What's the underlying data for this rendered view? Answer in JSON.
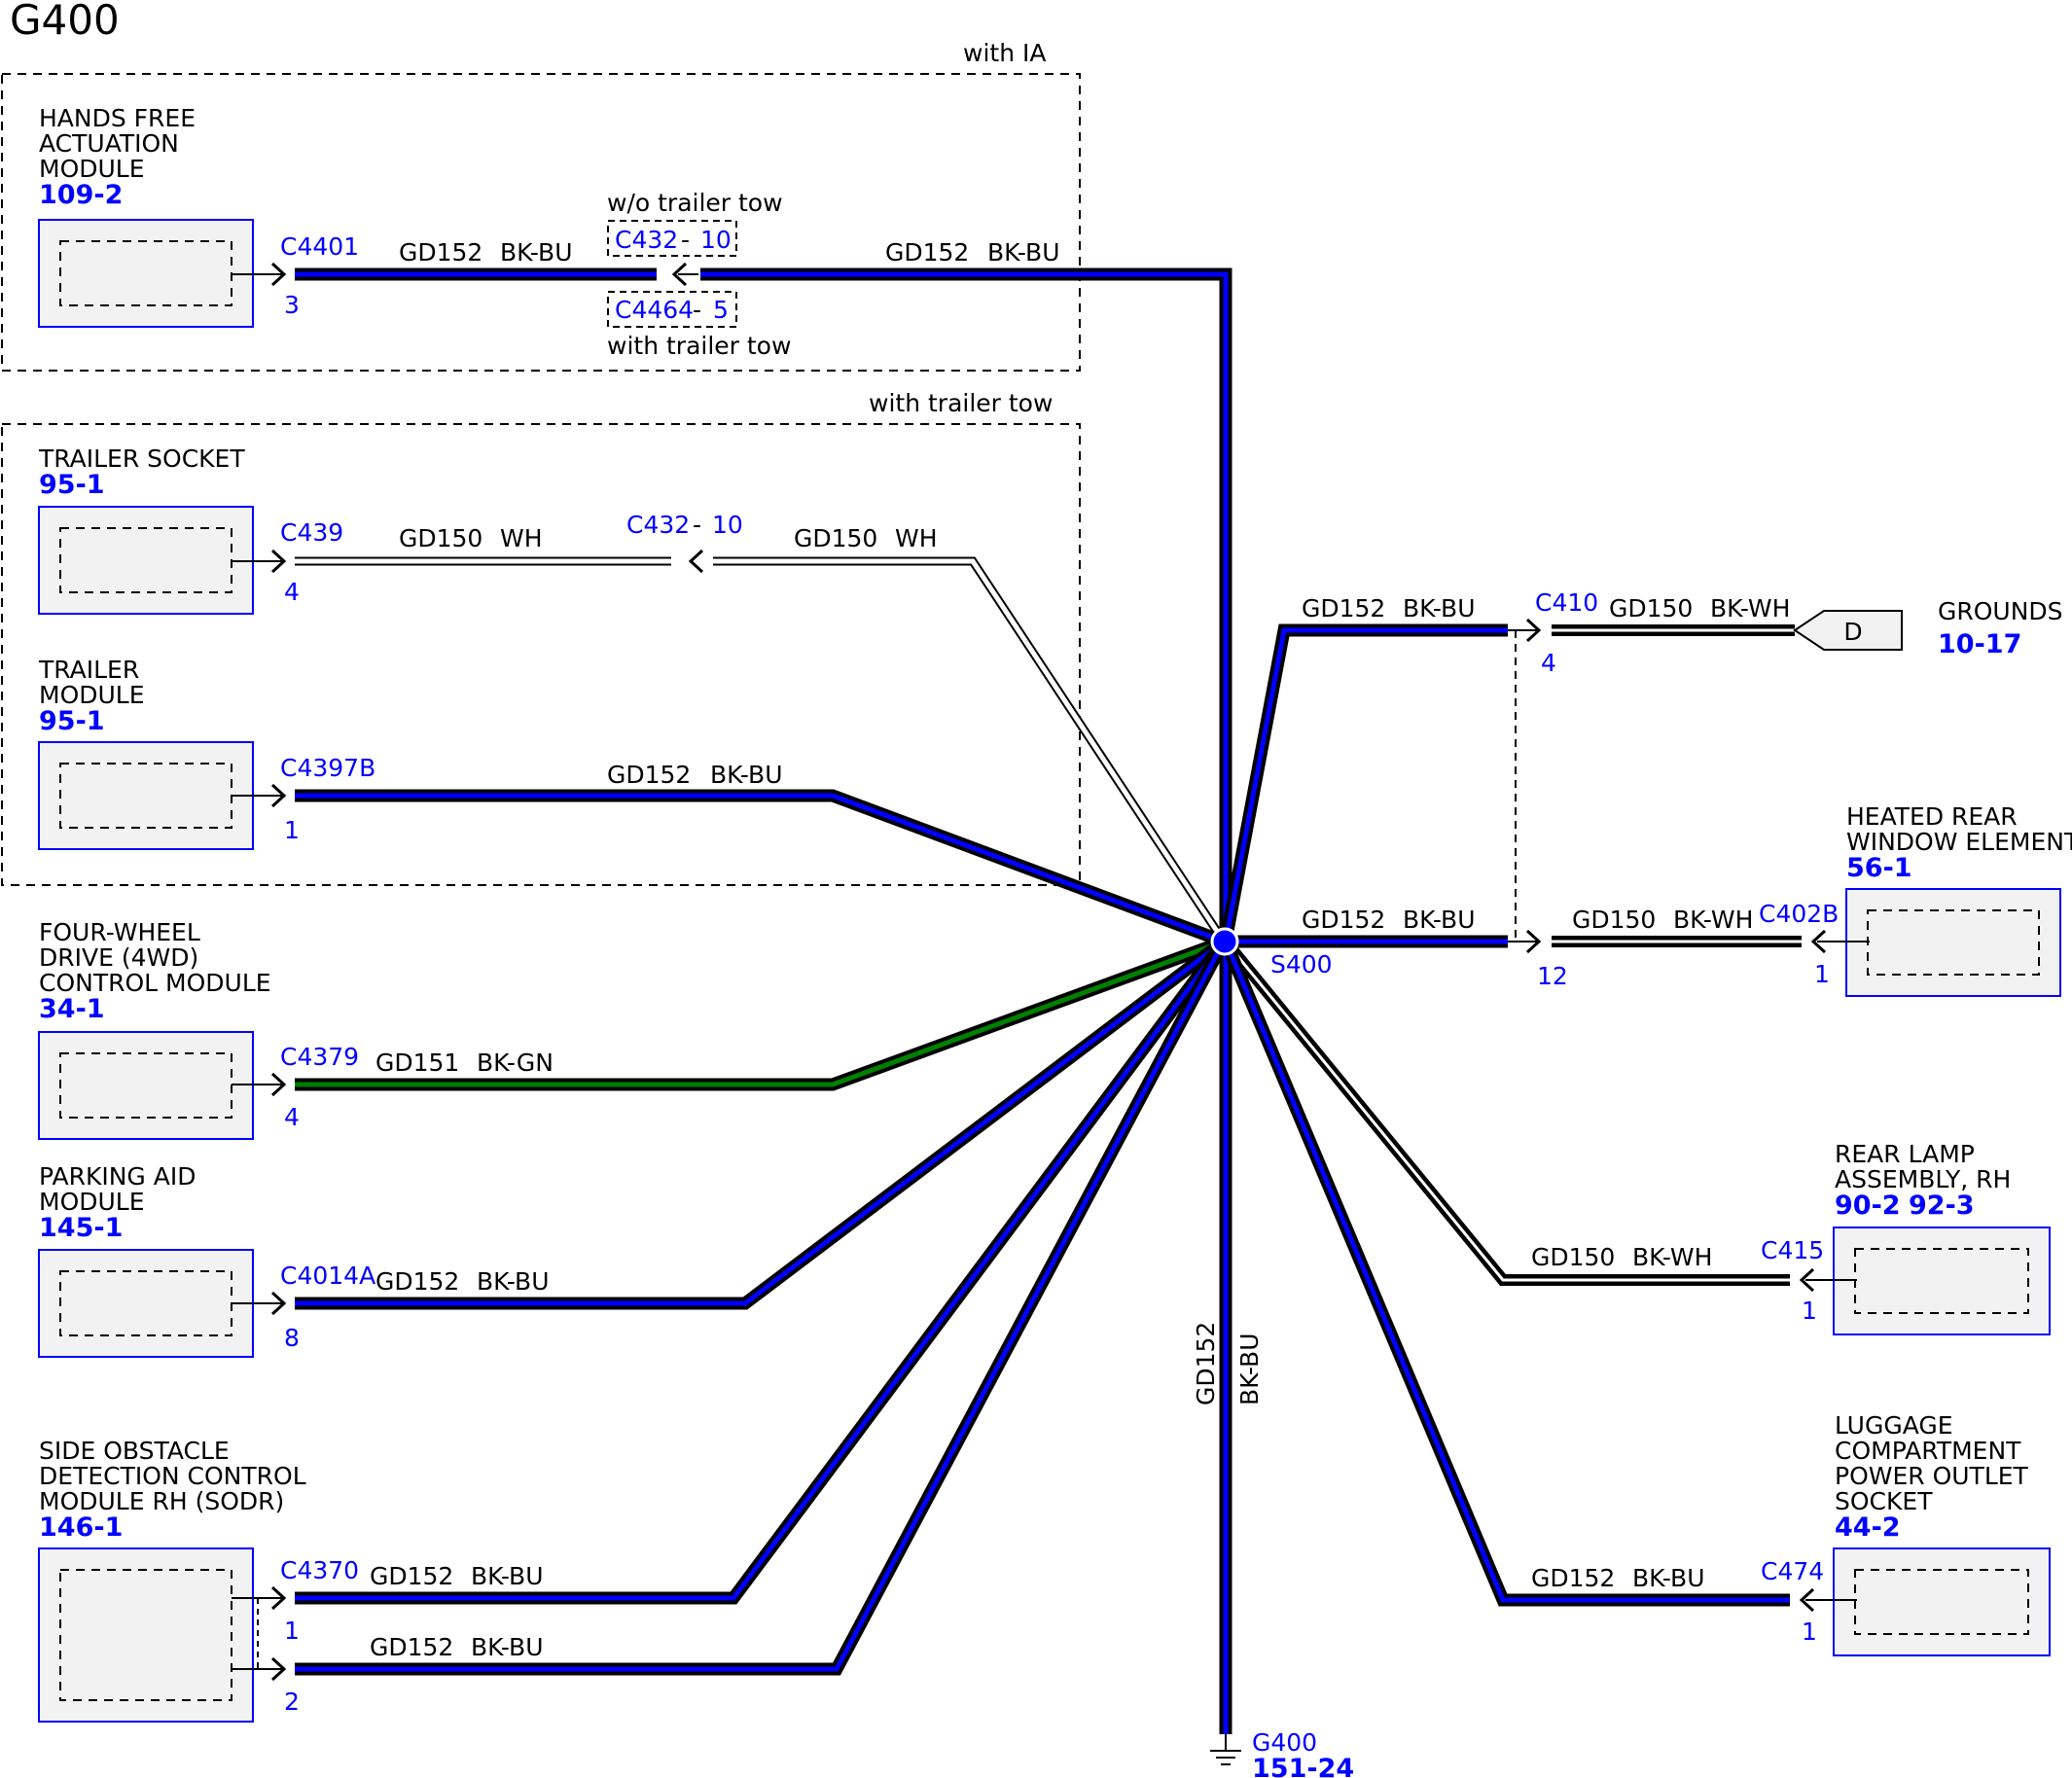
{
  "title": "G400",
  "colors": {
    "wire_blue": "#0000ff",
    "wire_green": "#008000",
    "wire_black": "#000000",
    "wire_white": "#ffffff",
    "label_blue": "#0000ff",
    "module_fill": "#f2f2f2"
  },
  "conditions": {
    "with_ia": "with IA",
    "with_trailer_tow_box": "with trailer tow",
    "wo_trailer_tow": "w/o trailer tow",
    "with_trailer_tow": "with trailer tow"
  },
  "modules": {
    "hands_free": {
      "name": [
        "HANDS FREE",
        "ACTUATION",
        "MODULE"
      ],
      "ref": "109-2",
      "connector": "C4401",
      "pin": "3"
    },
    "trailer_socket": {
      "name": [
        "TRAILER SOCKET"
      ],
      "ref": "95-1",
      "connector": "C439",
      "pin": "4"
    },
    "trailer_module": {
      "name": [
        "TRAILER",
        "MODULE"
      ],
      "ref": "95-1",
      "connector": "C4397B",
      "pin": "1"
    },
    "four_wd": {
      "name": [
        "FOUR-WHEEL",
        "DRIVE (4WD)",
        "CONTROL MODULE"
      ],
      "ref": "34-1",
      "connector": "C4379",
      "pin": "4"
    },
    "parking_aid": {
      "name": [
        "PARKING AID",
        "MODULE"
      ],
      "ref": "145-1",
      "connector": "C4014A",
      "pin": "8"
    },
    "sodr": {
      "name": [
        "SIDE OBSTACLE",
        "DETECTION CONTROL",
        "MODULE RH (SODR)"
      ],
      "ref": "146-1",
      "connector": "C4370",
      "pin1": "1",
      "pin2": "2"
    },
    "heated_rear": {
      "name": [
        "HEATED REAR",
        "WINDOW ELEMENT"
      ],
      "ref": "56-1",
      "connector": "C402B",
      "pin": "1"
    },
    "rear_lamp": {
      "name": [
        "REAR LAMP",
        "ASSEMBLY, RH"
      ],
      "ref1": "90-2",
      "ref2": "92-3",
      "connector": "C415",
      "pin": "1"
    },
    "luggage": {
      "name": [
        "LUGGAGE",
        "COMPARTMENT",
        "POWER OUTLET",
        "SOCKET"
      ],
      "ref": "44-2",
      "connector": "C474",
      "pin": "1"
    },
    "grounds": {
      "name": "GROUNDS",
      "ref": "10-17",
      "tag": "D"
    }
  },
  "inline_connectors": {
    "c432_top": {
      "connector": "C432",
      "pin": "10"
    },
    "c4464": {
      "connector": "C4464",
      "pin": "5"
    },
    "c432_mid": {
      "connector": "C432",
      "pin": "10"
    },
    "c410": {
      "connector": "C410",
      "pin": "4"
    },
    "c410_b": {
      "pin": "12"
    }
  },
  "splice": {
    "name": "S400"
  },
  "ground": {
    "name": "G400",
    "ref": "151-24"
  },
  "wires": {
    "gd152": "GD152",
    "gd150": "GD150",
    "gd151": "GD151",
    "bk_bu": "BK-BU",
    "wh": "WH",
    "bk_gn": "BK-GN",
    "bk_wh": "BK-WH"
  }
}
